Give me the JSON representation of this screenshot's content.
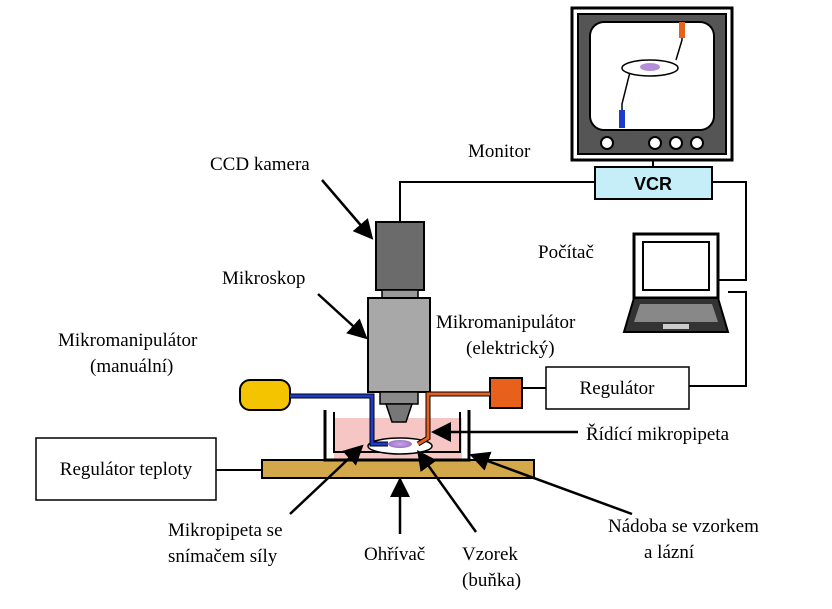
{
  "labels": {
    "monitor": "Monitor",
    "ccd_camera": "CCD kamera",
    "computer": "Počítač",
    "microscope": "Mikroskop",
    "manipulator_elec_1": "Mikromanipulátor",
    "manipulator_elec_2": "(elektrický)",
    "manipulator_man_1": "Mikromanipulátor",
    "manipulator_man_2": "(manuální)",
    "control_pipette": "Řídící mikropipeta",
    "force_pipette_1": "Mikropipeta se",
    "force_pipette_2": "snímačem síly",
    "heater": "Ohřívač",
    "sample_1": "Vzorek",
    "sample_2": "(buňka)",
    "dish_1": "Nádoba se vzorkem",
    "dish_2": "a lázní"
  },
  "boxes": {
    "vcr": "VCR",
    "regulator": "Regulátor",
    "temp_regulator": "Regulátor teploty"
  },
  "colors": {
    "vcr_fill": "#c6eef8",
    "elec_manipulator": "#e8611c",
    "manual_knob": "#f5c400",
    "bath": "#f6c6c4",
    "heater_plate": "#d2a84a",
    "blue_pipette": "#1e3ccc",
    "orange_pipette": "#e8611c",
    "cell": "#b48ed8"
  }
}
